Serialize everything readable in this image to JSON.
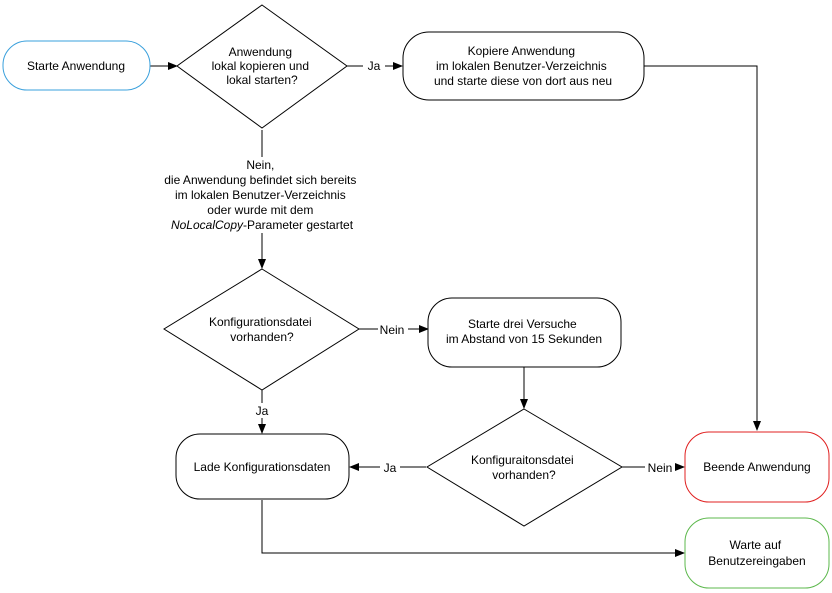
{
  "nodes": {
    "start": {
      "text": "Starte Anwendung",
      "color": "#3aa0dc"
    },
    "decision_local_copy": {
      "lines": [
        "Anwendung",
        "lokal kopieren und",
        "lokal starten?"
      ]
    },
    "copy_app": {
      "lines": [
        "Kopiere Anwendung",
        "im lokalen Benutzer-Verzeichnis",
        "und starte diese von dort aus neu"
      ]
    },
    "decision_config_1": {
      "lines": [
        "Konfigurationsdatei",
        "vorhanden?"
      ]
    },
    "retry": {
      "lines": [
        "Starte drei Versuche",
        "im Abstand von 15 Sekunden"
      ]
    },
    "load_config": {
      "text": "Lade Konfigurationsdaten"
    },
    "decision_config_2": {
      "lines": [
        "Konfiguraitonsdatei",
        "vorhanden?"
      ]
    },
    "end": {
      "text": "Beende Anwendung",
      "color": "#e02020"
    },
    "wait": {
      "lines": [
        "Warte auf",
        "Benutzereingaben"
      ],
      "color": "#5cb84c"
    }
  },
  "edges": {
    "local_copy_yes": "Ja",
    "local_copy_no": {
      "line1": "Nein,",
      "line2": "die Anwendung befindet sich bereits",
      "line3": "im lokalen Benutzer-Verzeichnis",
      "line4": "oder wurde mit dem",
      "line5_italic": "NoLocalCopy",
      "line5_rest": "-Parameter gestartet"
    },
    "config1_no": "Nein",
    "config1_yes": "Ja",
    "config2_yes": "Ja",
    "config2_no": "Nein"
  }
}
